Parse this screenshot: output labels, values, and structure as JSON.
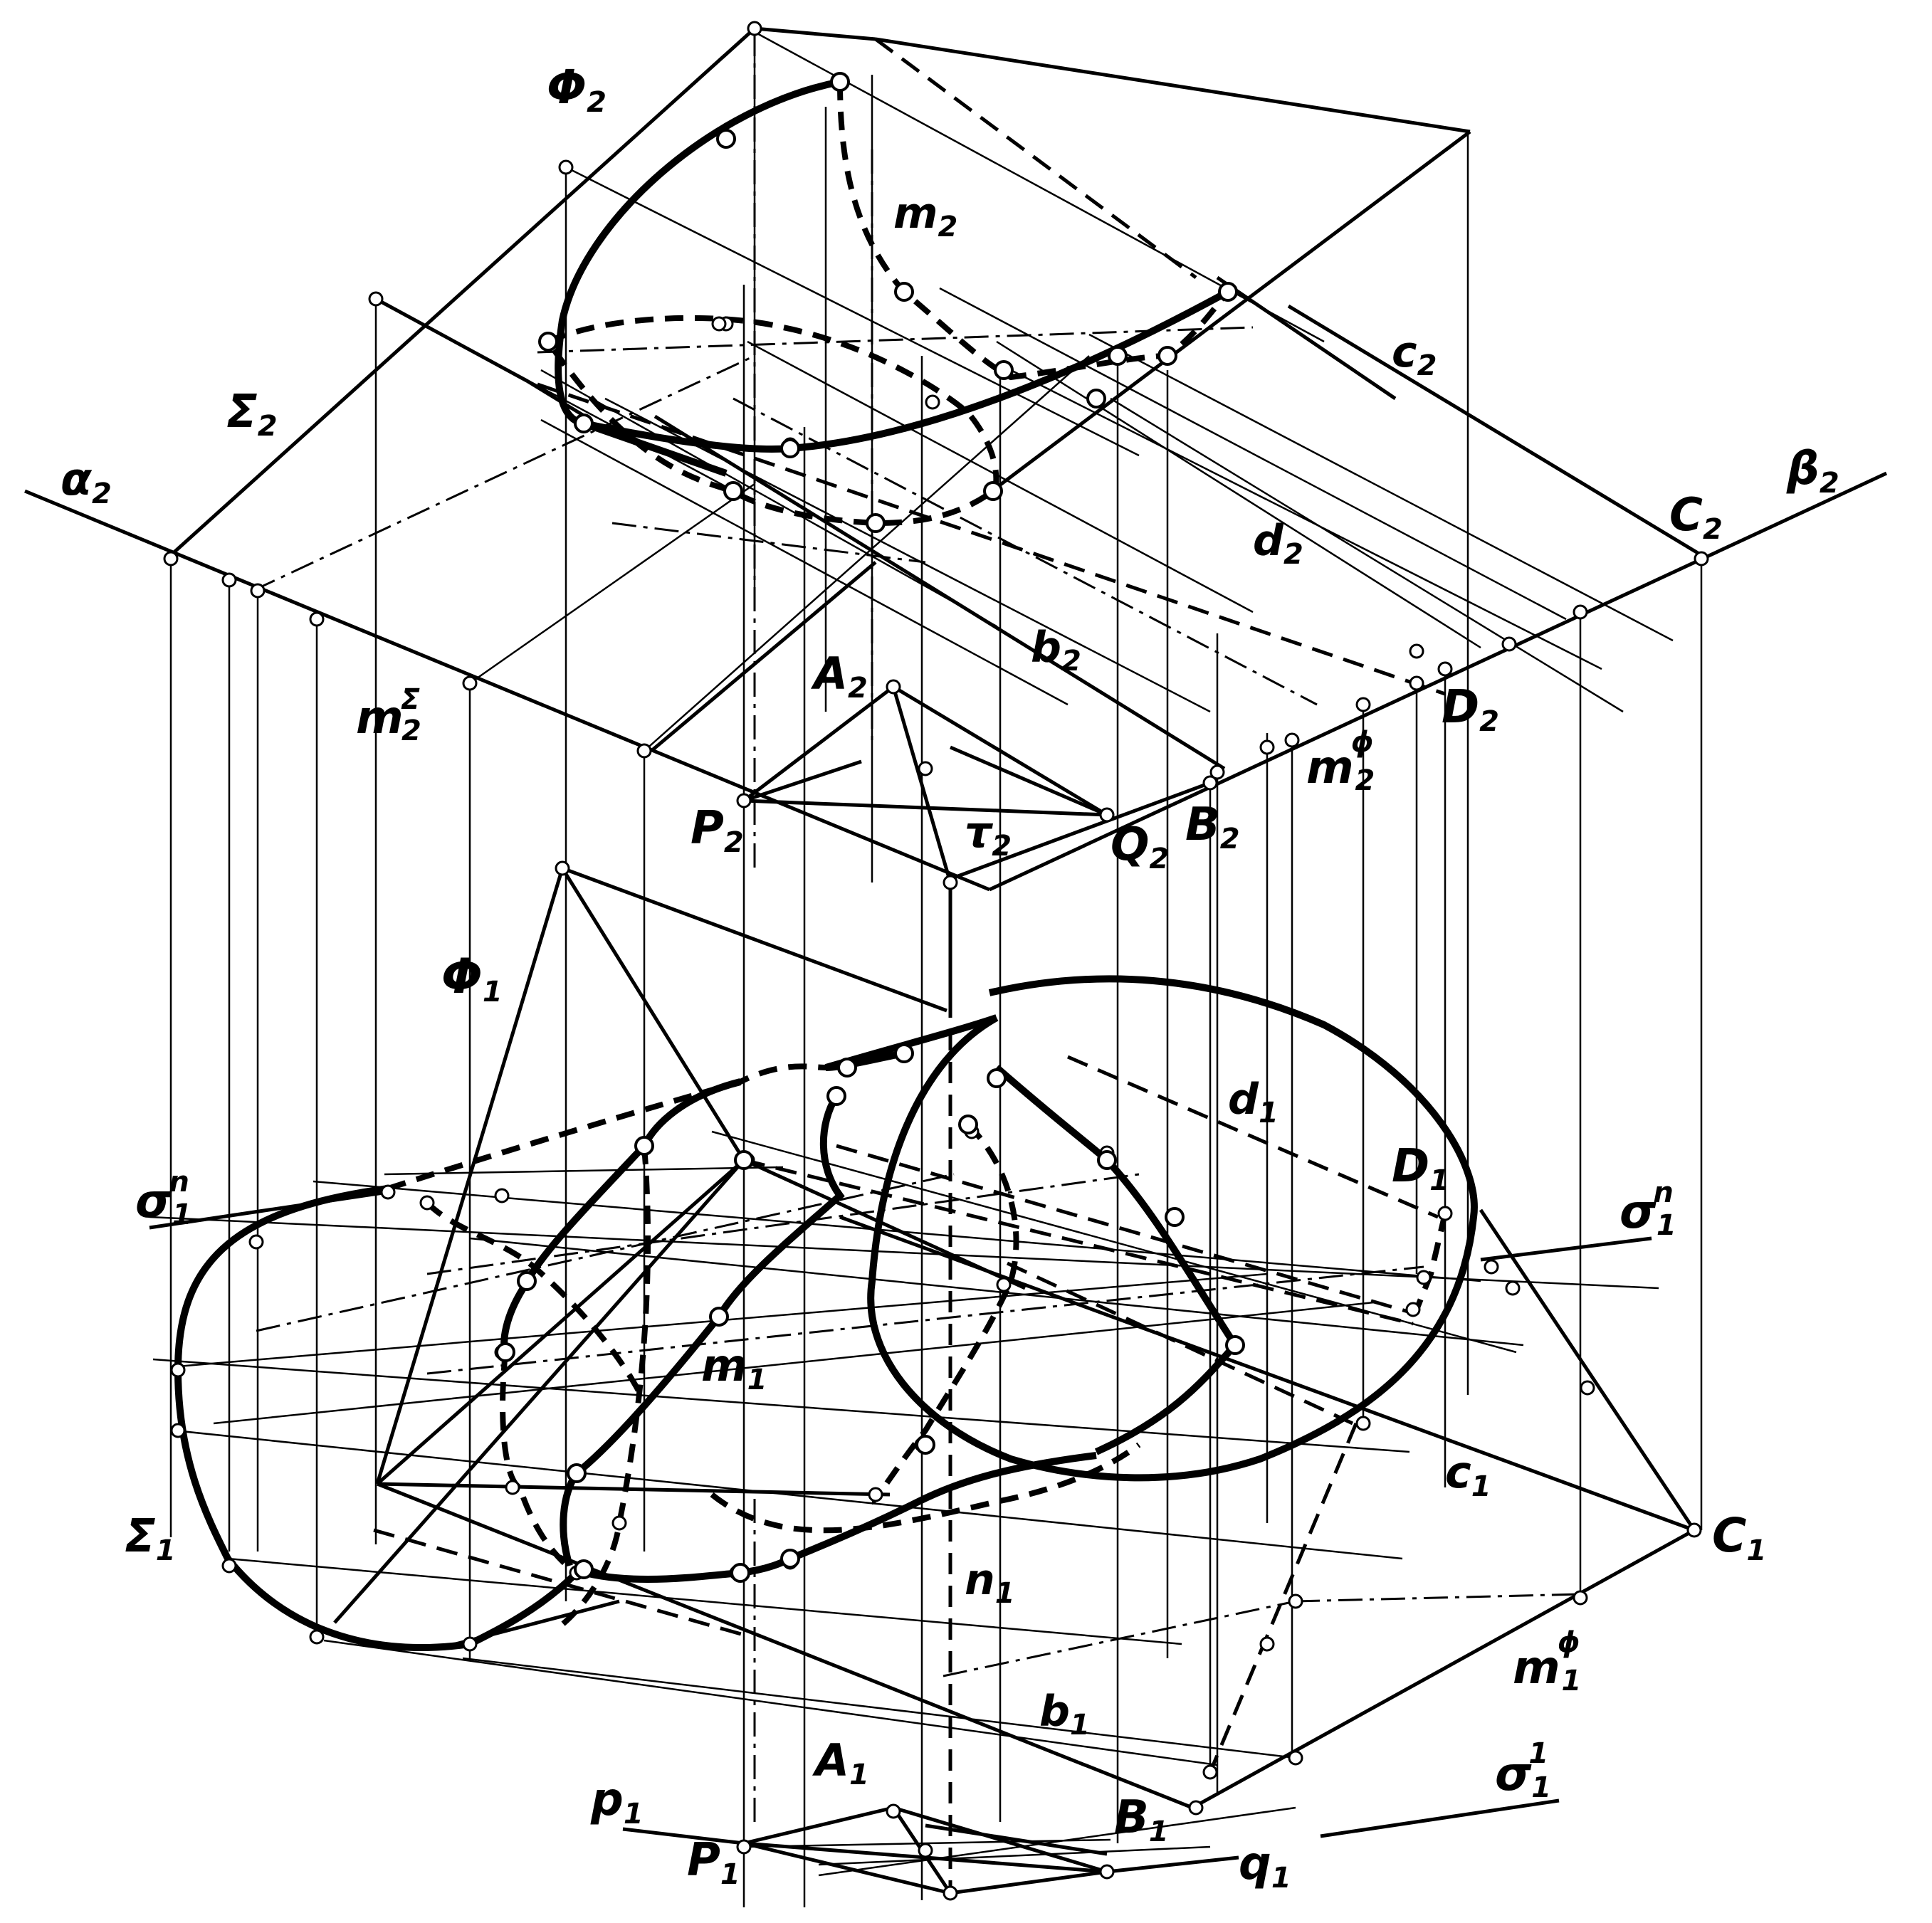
{
  "labels": {
    "phi2": "Φ",
    "phi2_sub": "2",
    "m2": "m",
    "m2_sub": "2",
    "c2": "c",
    "c2_sub": "2",
    "sigma2": "Σ",
    "sigma2_sub": "2",
    "alpha2": "α",
    "alpha2_sub": "2",
    "beta2": "β",
    "beta2_sub": "2",
    "C2": "C",
    "C2_sub": "2",
    "d2": "d",
    "d2_sub": "2",
    "b2": "b",
    "b2_sub": "2",
    "A2": "A",
    "A2_sub": "2",
    "D2": "D",
    "D2_sub": "2",
    "m2S": "m",
    "m2S_sub": "2",
    "m2S_sup": "Σ",
    "m2f": "m",
    "m2f_sub": "2",
    "m2f_sup": "ϕ",
    "P2": "P",
    "P2_sub": "2",
    "t2": "τ",
    "t2_sub": "2",
    "Q2": "Q",
    "Q2_sub": "2",
    "B2": "B",
    "B2_sub": "2",
    "phi1": "Φ",
    "phi1_sub": "1",
    "d1": "d",
    "d1_sub": "1",
    "D1": "D",
    "D1_sub": "1",
    "sn_left": "σ",
    "sn_left_sub": "1",
    "sn_left_sup": "n",
    "sn_right": "σ",
    "sn_right_sub": "1",
    "sn_right_sup": "n",
    "m1": "m",
    "m1_sub": "1",
    "c1": "c",
    "c1_sub": "1",
    "C1": "C",
    "C1_sub": "1",
    "sigma1": "Σ",
    "sigma1_sub": "1",
    "n1": "n",
    "n1_sub": "1",
    "m1f": "m",
    "m1f_sub": "1",
    "m1f_sup": "ϕ",
    "b1": "b",
    "b1_sub": "1",
    "A1": "A",
    "A1_sub": "1",
    "s11": "σ",
    "s11_sub": "1",
    "s11_sup": "1",
    "p1": "p",
    "p1_sub": "1",
    "B1": "B",
    "B1_sub": "1",
    "P1": "P",
    "P1_sub": "1",
    "q1": "q",
    "q1_sub": "1"
  },
  "colors": {
    "ink": "#000000",
    "paper": "#ffffff"
  }
}
